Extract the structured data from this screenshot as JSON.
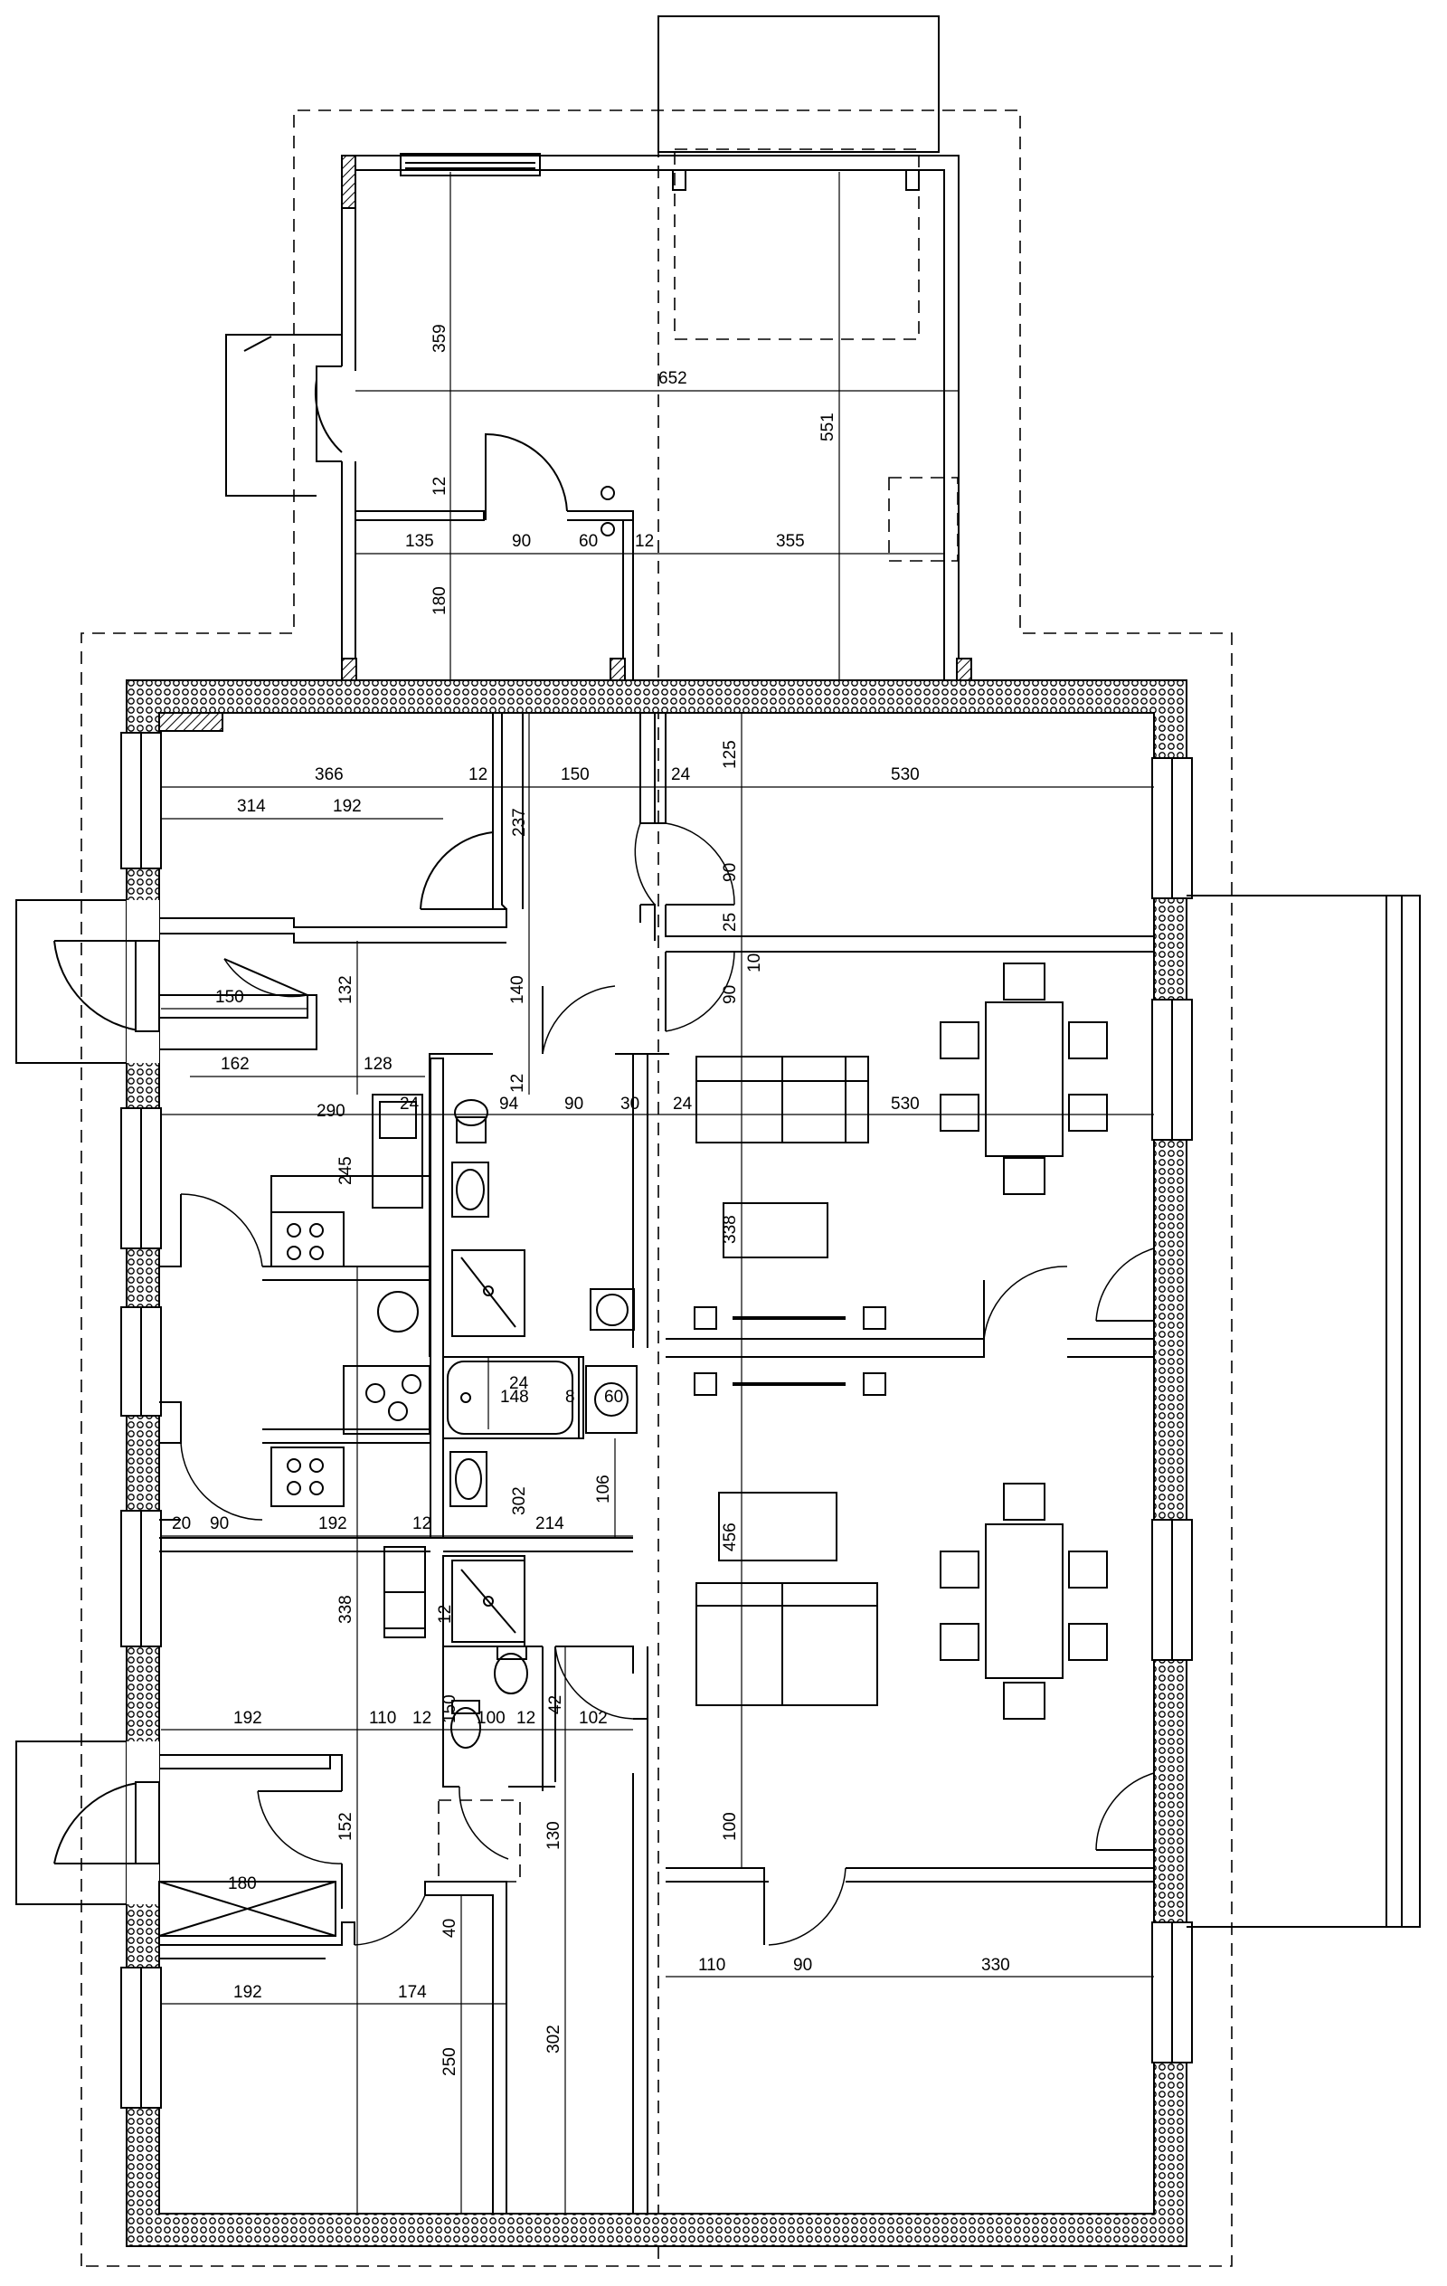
{
  "drawing": {
    "line_color": "#000000",
    "background": "#ffffff"
  },
  "dimensions": {
    "garage_359": "359",
    "garage_652": "652",
    "garage_551": "551",
    "garage_12": "12",
    "garage_135": "135",
    "garage_90": "90",
    "garage_60": "60",
    "garage_12b": "12",
    "garage_355": "355",
    "garage_180": "180",
    "top_366": "366",
    "top_12": "12",
    "top_150": "150",
    "top_24": "24",
    "top_530": "530",
    "top_125": "125",
    "top_314": "314",
    "top_192": "192",
    "top_237": "237",
    "top_90": "90",
    "top_25": "25",
    "top_10": "10",
    "hall_150": "150",
    "hall_132": "132",
    "hall_140": "140",
    "hall_90": "90",
    "hall_128": "128",
    "hall_162": "162",
    "hall_12": "12",
    "row_290": "290",
    "row_24": "24",
    "row_94": "94",
    "row_90": "90",
    "row_30": "30",
    "row_24b": "24",
    "row_530": "530",
    "kitchen_245": "245",
    "living_338": "338",
    "bath_148": "148",
    "bath_8": "8",
    "bath_60": "60",
    "bath_106": "106",
    "bath_302": "302",
    "bath_24": "24",
    "mid_20": "20",
    "mid_90": "90",
    "mid_192": "192",
    "mid_12": "12",
    "mid_214": "214",
    "living2_456": "456",
    "left_338": "338",
    "wc_12": "12",
    "low_192": "192",
    "low_110": "110",
    "low_12": "12",
    "low_150": "150",
    "low_100": "100",
    "low_12b": "12",
    "low_42": "42",
    "low_102": "102",
    "low_152": "152",
    "low_130": "130",
    "low_100b": "100",
    "low_180": "180",
    "bed_40": "40",
    "bed_192": "192",
    "bed_174": "174",
    "bed_250": "250",
    "bed_302": "302",
    "bed_110": "110",
    "bed_90": "90",
    "bed_330": "330"
  }
}
